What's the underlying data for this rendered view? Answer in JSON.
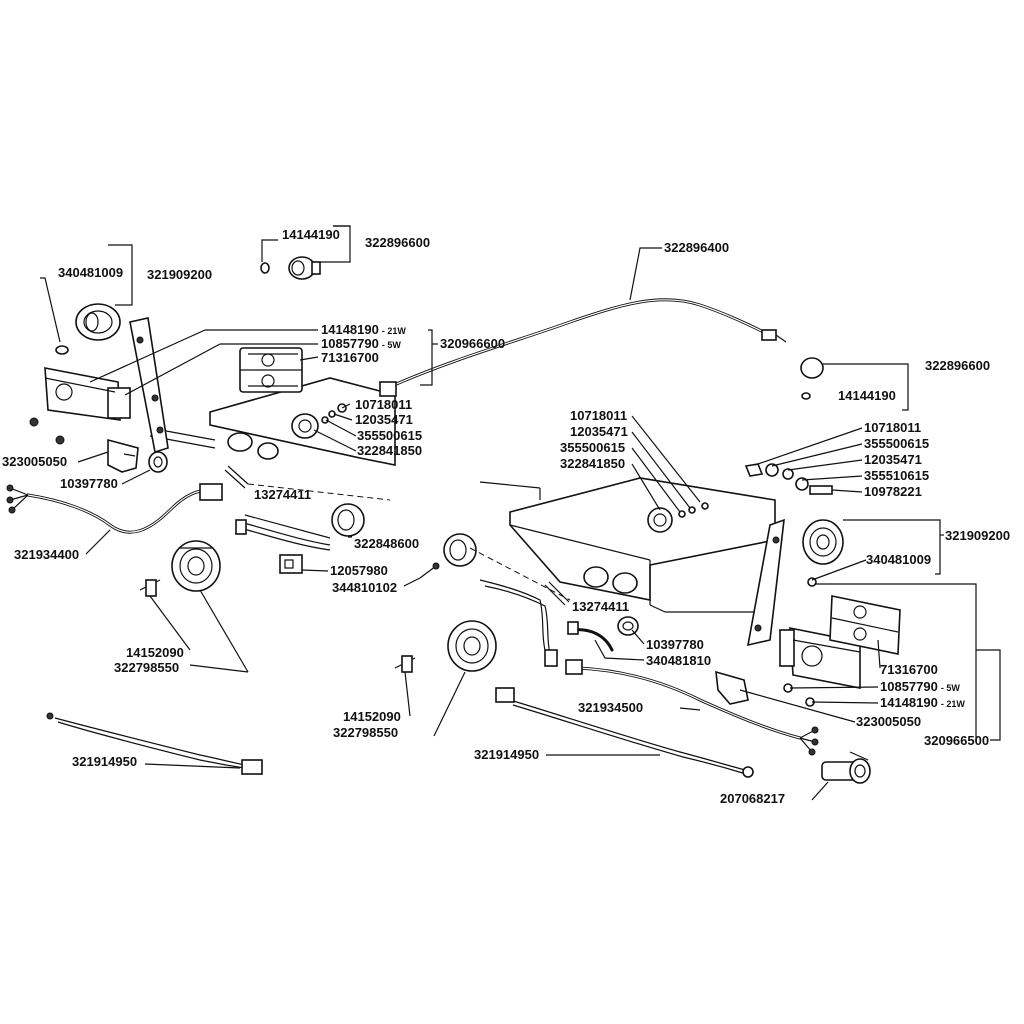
{
  "labels": {
    "p14144190_top": "14144190",
    "p322896600_top": "322896600",
    "p322896400": "322896400",
    "p340481009_left": "340481009",
    "p321909200_left": "321909200",
    "p14148190_left": "14148190",
    "w21_left": "- 21W",
    "p10857790_left": "10857790",
    "w5_left": "- 5W",
    "p320966600": "320966600",
    "p71316700_left": "71316700",
    "p10718011_left": "10718011",
    "p12035471_left": "12035471",
    "p355500615_left": "355500615",
    "p322841850_left": "322841850",
    "p323005050_left": "323005050",
    "p10397780_left": "10397780",
    "p13274411_left": "13274411",
    "p321934400": "321934400",
    "p322848600": "322848600",
    "p12057980": "12057980",
    "p344810102": "344810102",
    "p14152090_left": "14152090",
    "p322798550_left": "322798550",
    "p321914950_left": "321914950",
    "p322896600_right": "322896600",
    "p14144190_right": "14144190",
    "p10718011_mid": "10718011",
    "p12035471_mid": "12035471",
    "p355500615_mid": "355500615",
    "p322841850_mid": "322841850",
    "p10718011_right": "10718011",
    "p355500615_right": "355500615",
    "p12035471_right": "12035471",
    "p355510615_right": "355510615",
    "p10978221": "10978221",
    "p321909200_right": "321909200",
    "p340481009_right": "340481009",
    "p13274411_mid": "13274411",
    "p10397780_right": "10397780",
    "p340481810": "340481810",
    "p71316700_right": "71316700",
    "p10857790_right": "10857790",
    "w5_right": "- 5W",
    "p14148190_right": "14148190",
    "w21_right": "- 21W",
    "p321934500": "321934500",
    "p323005050_right": "323005050",
    "p320966500": "320966500",
    "p14152090_mid": "14152090",
    "p322798550_mid": "322798550",
    "p321914950_mid": "321914950",
    "p207068217": "207068217"
  }
}
